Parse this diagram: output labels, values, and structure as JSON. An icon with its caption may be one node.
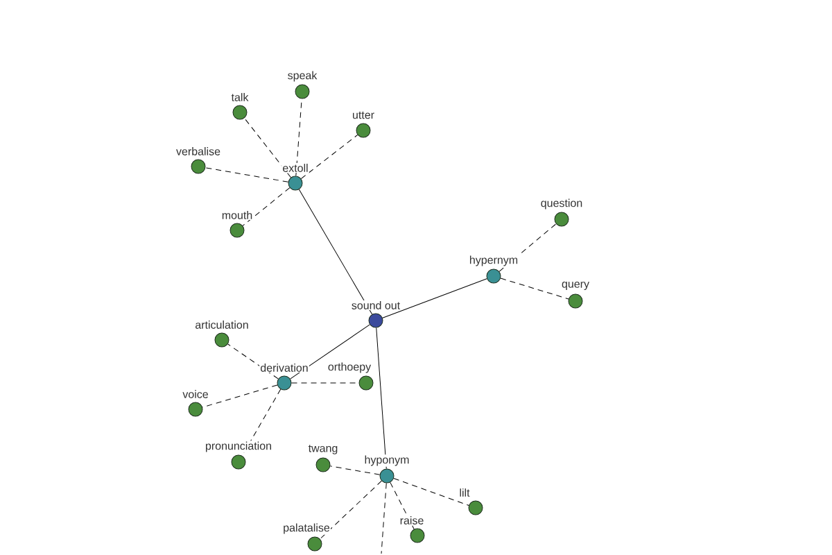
{
  "diagram": {
    "nodes": [
      {
        "text": [
          "speak"
        ]
      },
      {
        "text": [
          "talk"
        ]
      },
      {
        "text": [
          "utter"
        ]
      },
      {
        "text": [
          "verbalise"
        ]
      },
      {
        "text": [
          "extoll"
        ]
      },
      {
        "text": [
          "mouth"
        ]
      },
      {
        "text": [
          "question"
        ]
      },
      {
        "text": [
          "hypernym"
        ]
      },
      {
        "text": [
          "query"
        ]
      },
      {
        "text": [
          "sound out"
        ]
      },
      {
        "text": [
          "articulation"
        ]
      },
      {
        "text": [
          "derivation"
        ]
      },
      {
        "text": [
          "orthoepy"
        ]
      },
      {
        "text": [
          "voice"
        ]
      },
      {
        "text": [
          "pronunciation"
        ]
      },
      {
        "text": [
          "twang"
        ]
      },
      {
        "text": [
          "hyponym"
        ]
      },
      {
        "text": [
          "lilt"
        ]
      },
      {
        "text": [
          "raise"
        ]
      },
      {
        "text": [
          "palatalise"
        ]
      }
    ],
    "edges": [
      {
        "from": 9,
        "to": 4,
        "arrow": "none"
      },
      {
        "from": 9,
        "to": 7,
        "arrow": "none"
      },
      {
        "from": 9,
        "to": 11,
        "arrow": "none"
      },
      {
        "from": 9,
        "to": 16,
        "arrow": "none"
      },
      {
        "from": 4,
        "to": 0,
        "arrow": "none",
        "style": "dashed"
      },
      {
        "from": 4,
        "to": 1,
        "arrow": "none",
        "style": "dashed"
      },
      {
        "from": 4,
        "to": 2,
        "arrow": "none",
        "style": "dashed"
      },
      {
        "from": 4,
        "to": 3,
        "arrow": "none",
        "style": "dashed"
      },
      {
        "from": 4,
        "to": 5,
        "arrow": "none",
        "style": "dashed"
      },
      {
        "from": 7,
        "to": 6,
        "arrow": "none",
        "style": "dashed"
      },
      {
        "from": 7,
        "to": 8,
        "arrow": "none",
        "style": "dashed"
      },
      {
        "from": 11,
        "to": 10,
        "arrow": "none",
        "style": "dashed"
      },
      {
        "from": 11,
        "to": 12,
        "arrow": "none",
        "style": "dashed"
      },
      {
        "from": 11,
        "to": 13,
        "arrow": "none",
        "style": "dashed"
      },
      {
        "from": 11,
        "to": 14,
        "arrow": "none",
        "style": "dashed"
      },
      {
        "from": 16,
        "to": 15,
        "arrow": "none",
        "style": "dashed"
      },
      {
        "from": 16,
        "to": 17,
        "arrow": "none",
        "style": "dashed"
      },
      {
        "from": 16,
        "to": 18,
        "arrow": "none",
        "style": "dashed"
      },
      {
        "from": 16,
        "to": 19,
        "arrow": "none",
        "style": "dashed"
      },
      {
        "from": 16,
        "to": null,
        "arrow": "none",
        "style": "dashed"
      }
    ]
  }
}
